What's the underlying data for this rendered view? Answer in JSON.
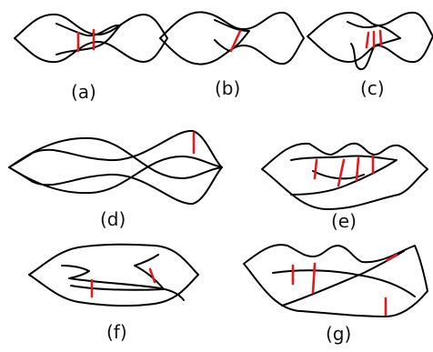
{
  "colors": {
    "curve": "#000000",
    "chord": "#e31a1c"
  },
  "panels": [
    {
      "label": "(a)"
    },
    {
      "label": "(b)"
    },
    {
      "label": "(c)"
    },
    {
      "label": "(d)"
    },
    {
      "label": "(e)"
    },
    {
      "label": "(f)"
    },
    {
      "label": "(g)"
    }
  ]
}
